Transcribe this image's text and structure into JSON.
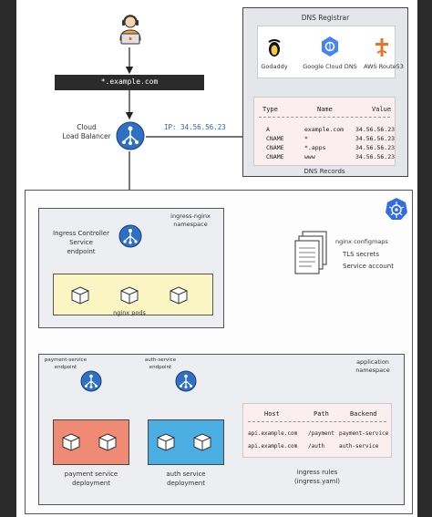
{
  "frame": {
    "left_bar_color": "#2b2b2b",
    "right_bar_color": "#2b2b2b"
  },
  "user": {
    "icon": "user-laptop-icon"
  },
  "domain_bar": {
    "text": "*.example.com"
  },
  "load_balancer": {
    "label_line1": "Cloud",
    "label_line2": "Load Balancer",
    "ip_label": "IP: 34.56.56.23",
    "icon": "load-balancer-icon"
  },
  "dns_registrar": {
    "title": "DNS Registrar",
    "providers": [
      {
        "name": "Godaddy",
        "icon": "godaddy-icon"
      },
      {
        "name": "Google Cloud DNS",
        "icon": "google-cloud-dns-icon"
      },
      {
        "name": "AWS Route53",
        "icon": "aws-route53-icon"
      }
    ],
    "records_title": "DNS Records",
    "columns": [
      "Type",
      "Name",
      "Value"
    ],
    "rows": [
      [
        "A",
        "example.com",
        "34.56.56.23"
      ],
      [
        "CNAME",
        "*",
        "34.56.56.23"
      ],
      [
        "CNAME",
        "*.apps",
        "34.56.56.23"
      ],
      [
        "CNAME",
        "www",
        "34.56.56.23"
      ]
    ]
  },
  "cluster": {
    "icon": "kubernetes-icon"
  },
  "ingress_namespace": {
    "title_line1": "ingress-nginx",
    "title_line2": "namespace",
    "controller_line1": "Ingress Controller",
    "controller_line2": "Service",
    "controller_line3": "endpoint",
    "pods_label": "nginx pods"
  },
  "config": {
    "line1": "nginx configmaps",
    "line2": "TLS secrets",
    "line3": "Service account",
    "icon": "document-stack-icon"
  },
  "app_namespace": {
    "title_line1": "application",
    "title_line2": "namespace",
    "payment_endpoint_line1": "payment-service",
    "payment_endpoint_line2": "endpoint",
    "auth_endpoint_line1": "auth-service",
    "auth_endpoint_line2": "endpoint",
    "payment_deploy_line1": "payment service",
    "payment_deploy_line2": "deployment",
    "auth_deploy_line1": "auth service",
    "auth_deploy_line2": "deployment"
  },
  "ingress_rules": {
    "columns": [
      "Host",
      "Path",
      "Backend"
    ],
    "rows": [
      [
        "api.example.com",
        "/payment",
        "payment-service"
      ],
      [
        "api.example.com",
        "/auth",
        "auth-service"
      ]
    ],
    "caption_line1": "ingress rules",
    "caption_line2": "(ingress.yaml)"
  },
  "colors": {
    "dns_panel": "#e4e6ea",
    "ingress_ns_panel": "#eceef2",
    "pods_box": "#fbf5c4",
    "payment_deploy": "#f08a74",
    "auth_deploy": "#4aaee3",
    "rules_box": "#fbeeee",
    "node_blue": "#2f6fc4",
    "ip_text": "#2b5fb8"
  }
}
